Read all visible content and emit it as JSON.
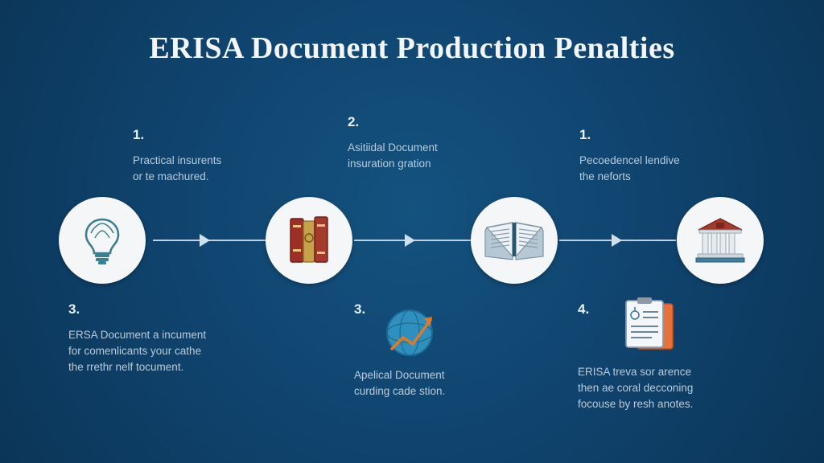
{
  "page": {
    "title": "ERISA Document Production Penalties",
    "background_color": "#0e4068",
    "node_circle_color": "#f4f6f8",
    "connector_color": "#bcd2e4"
  },
  "flow": {
    "nodes": [
      {
        "icon": "lightbulb-icon",
        "label": ""
      },
      {
        "icon": "books-icon",
        "label": ""
      },
      {
        "icon": "open-book-icon",
        "label": ""
      },
      {
        "icon": "courthouse-icon",
        "label": ""
      }
    ],
    "arrows": 3
  },
  "captions": {
    "top": [
      {
        "number": "1.",
        "lines": [
          "Practical insurents",
          "or te machured."
        ]
      },
      {
        "number": "2.",
        "lines": [
          "Asitiidal Document",
          "insuration gration"
        ]
      },
      {
        "number": "1.",
        "lines": [
          "Pecoedencel lendive",
          "the neforts"
        ]
      }
    ],
    "bottom": [
      {
        "number": "3.",
        "lines": [
          "ERSA Document a incument",
          "for comenlicants your cathe",
          "the rrethr nelf tocument."
        ]
      },
      {
        "number": "3.",
        "icon": "globe-chart-icon",
        "lines": [
          "Apelical Document",
          "curding cade stion."
        ]
      },
      {
        "number": "4.",
        "icon": "clipboard-icon",
        "lines": [
          "ERISA treva sor arence",
          "then ae coral decconing",
          "focouse by resh anotes."
        ]
      }
    ]
  }
}
